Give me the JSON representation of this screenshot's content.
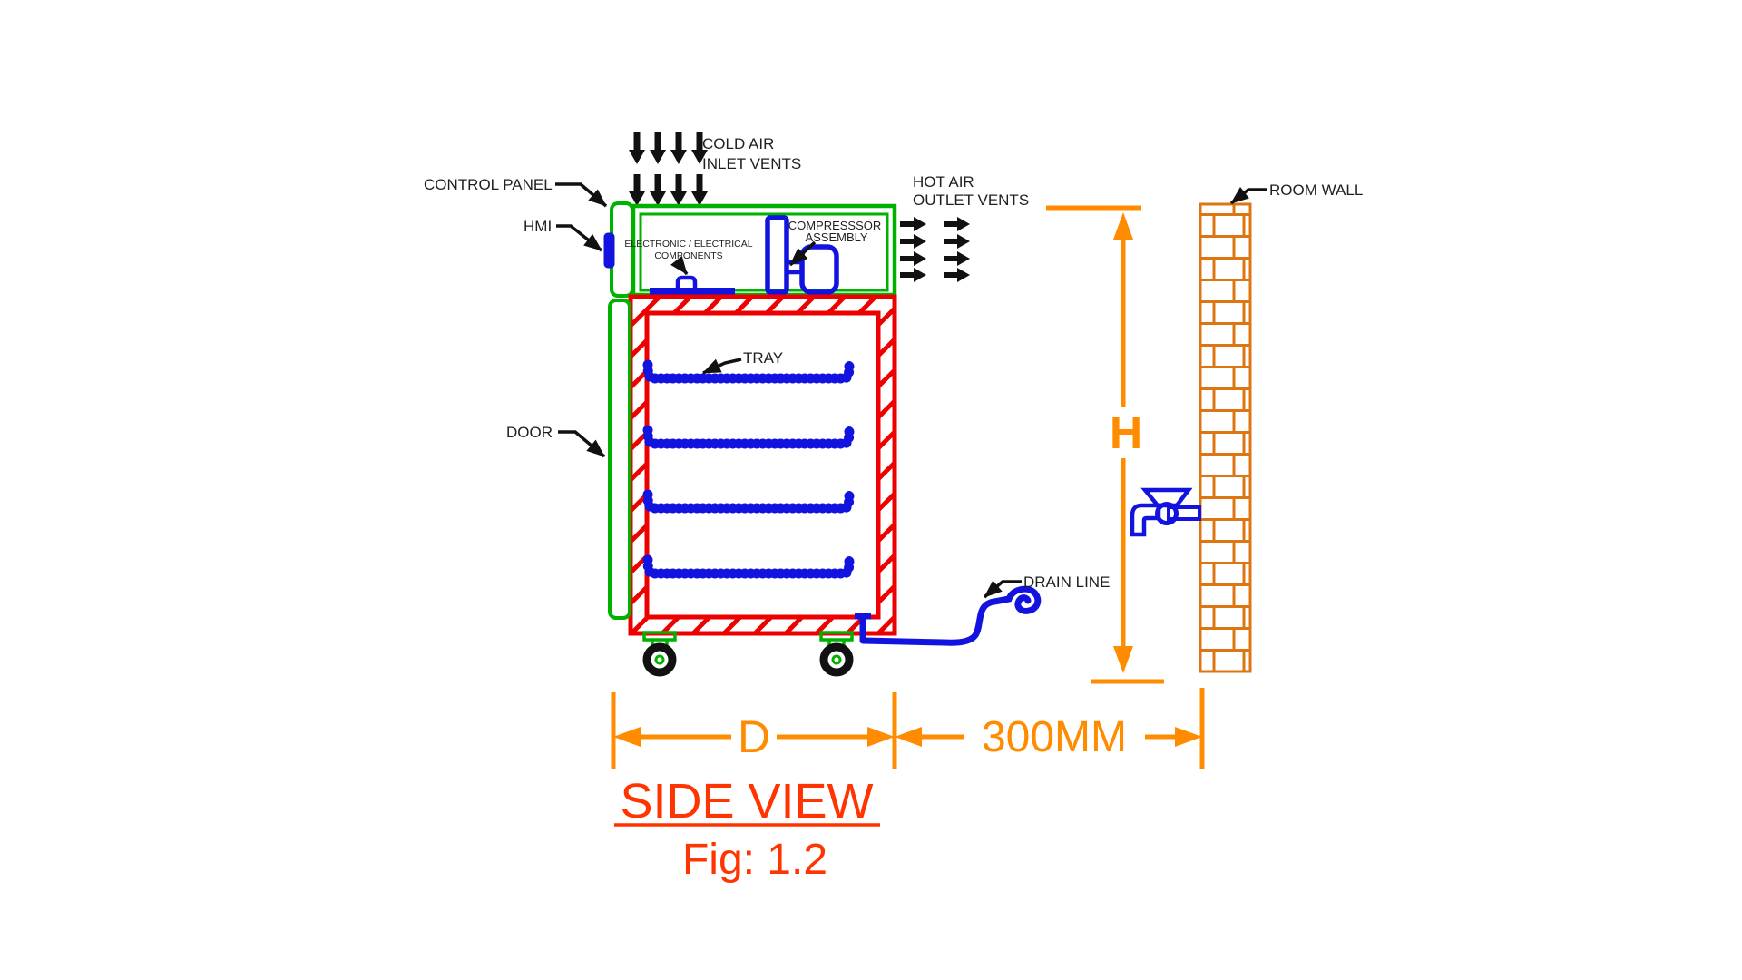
{
  "figure": {
    "title": "SIDE VIEW",
    "caption": "Fig: 1.2"
  },
  "labels": {
    "control_panel": "CONTROL PANEL",
    "hmi": "HMI",
    "door": "DOOR",
    "tray": "TRAY",
    "cold_air_line1": "COLD AIR",
    "cold_air_line2": "INLET VENTS",
    "hot_air_line1": "HOT AIR",
    "hot_air_line2": "OUTLET VENTS",
    "electronics_line1": "ELECTRONIC / ELECTRICAL",
    "electronics_line2": "COMPONENTS",
    "compressor_line1": "COMPRESSSOR",
    "compressor_line2": "ASSEMBLY",
    "drain_line": "DRAIN LINE",
    "room_wall": "ROOM WALL"
  },
  "dimensions": {
    "height_label": "H",
    "depth_label": "D",
    "wall_clearance": "300MM"
  },
  "colors": {
    "cabinet_red": "#EE0000",
    "panel_green": "#00B200",
    "component_blue": "#1313E0",
    "dimension_orange": "#FF8C00",
    "wall_brick_orange": "#DD7611",
    "title_red_orange": "#FF3400",
    "annotation_black": "#1F1F1F"
  }
}
